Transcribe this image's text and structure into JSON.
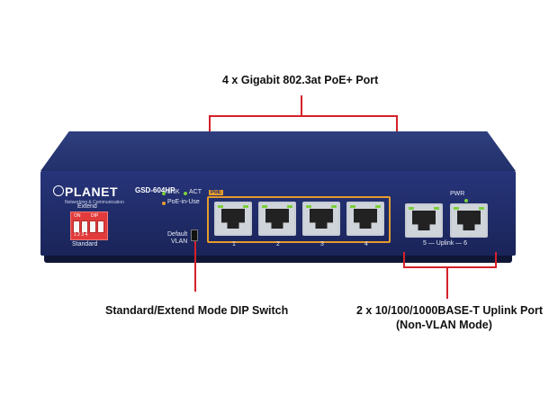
{
  "callouts": {
    "top": "4 x Gigabit 802.3at PoE+ Port",
    "dip": "Standard/Extend Mode DIP Switch",
    "uplink_line1": "2 x 10/100/1000BASE-T Uplink Port",
    "uplink_line2": "(Non-VLAN Mode)"
  },
  "device": {
    "brand": "PLANET",
    "brand_sub": "Networking & Communication",
    "model": "GSD-604HP",
    "extend_label": "Extend",
    "standard_label": "Standard",
    "dip_on": "ON",
    "dip_label": "DIP",
    "dip_numbers": "1 2 3 4",
    "led_lnk": "LNK",
    "led_act": "ACT",
    "led_poe": "PoE-in-Use",
    "default_label": "Default",
    "vlan_label": "VLAN",
    "poe_tag": "PoE",
    "pwr_label": "PWR",
    "uplink_label": "5 — Uplink — 6",
    "ports": [
      "1",
      "2",
      "3",
      "4"
    ]
  },
  "colors": {
    "callout_red": "#d6202a",
    "chassis_blue": "#22306a",
    "poe_orange": "#e69b2c",
    "led_green": "#7ccf3c"
  }
}
